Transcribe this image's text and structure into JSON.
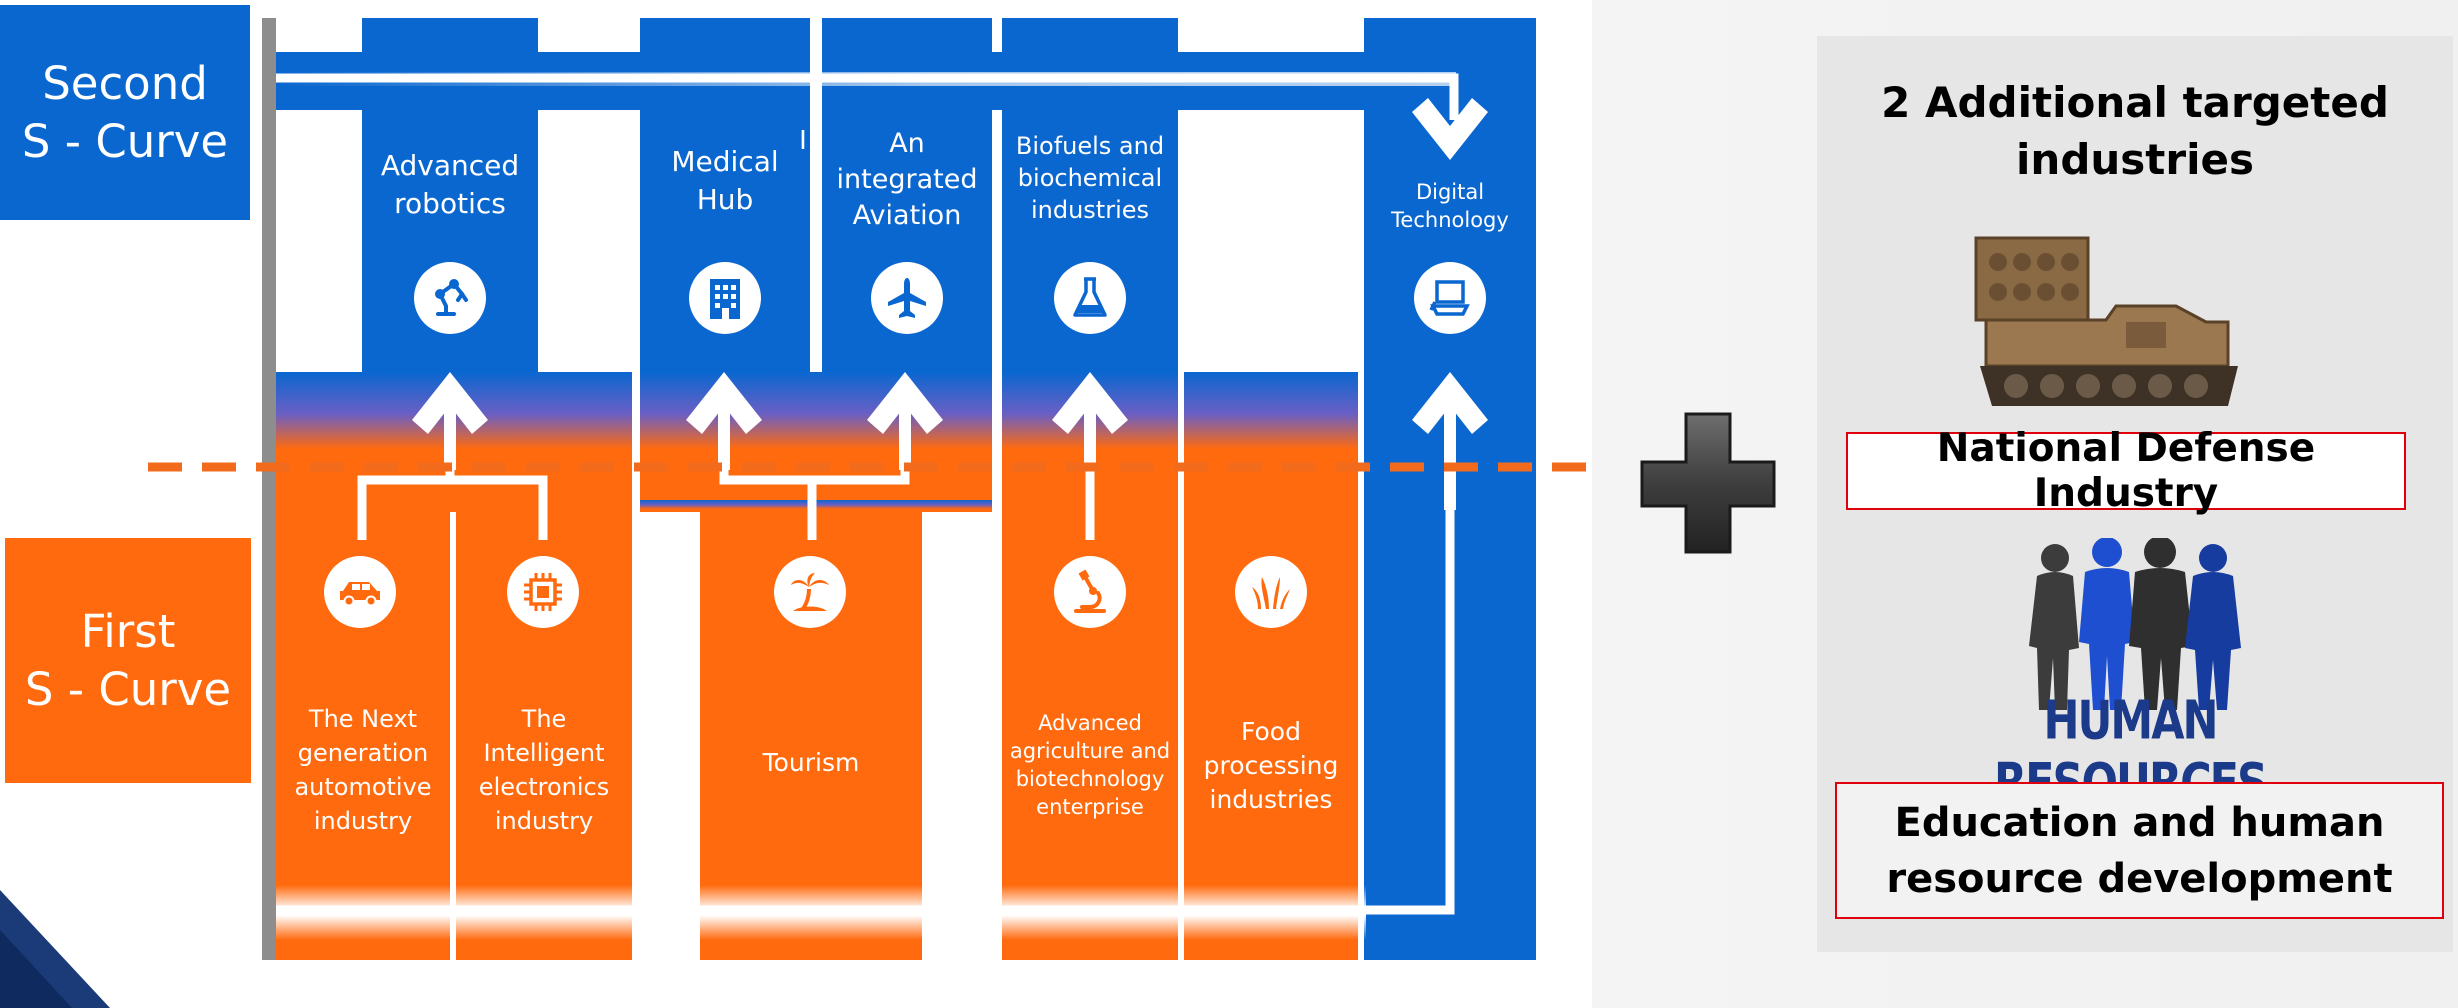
{
  "labels": {
    "second": "Second\nS - Curve",
    "first": "First\nS - Curve"
  },
  "second_curve": [
    {
      "id": "robotics",
      "text": "Advanced\nrobotics",
      "icon": "robot-arm-icon"
    },
    {
      "id": "medical",
      "text": "Medical\nHub",
      "icon": "hospital-icon"
    },
    {
      "id": "aviation",
      "text": "An\nintegrated\nAviation",
      "icon": "airplane-icon"
    },
    {
      "id": "biofuels",
      "text": "Biofuels and\nbiochemical\nindustries",
      "icon": "flask-icon"
    },
    {
      "id": "digital",
      "text": "Digital\nTechnology",
      "icon": "laptop-icon"
    }
  ],
  "medical_stray_char": "I",
  "first_curve": [
    {
      "id": "automotive",
      "text": "The Next\ngeneration\nautomotive\nindustry",
      "icon": "car-icon"
    },
    {
      "id": "electronics",
      "text": "The\nIntelligent\nelectronics\nindustry",
      "icon": "chip-icon"
    },
    {
      "id": "tourism",
      "text": "Tourism",
      "icon": "palm-tree-icon"
    },
    {
      "id": "agriculture",
      "text": "Advanced\nagriculture and\nbiotechnology\nenterprise",
      "icon": "microscope-icon"
    },
    {
      "id": "food",
      "text": "Food\nprocessing\nindustries",
      "icon": "wheat-icon"
    }
  ],
  "right": {
    "title": "2 Additional targeted\nindustries",
    "defense": "National Defense Industry",
    "hr_label": "HUMAN RESOURCES",
    "education": "Education and human\nresource development"
  },
  "colors": {
    "blue": "#0a67d0",
    "orange": "#ff6a0e",
    "dash": "#f26b1d",
    "red_border": "#e0000d"
  }
}
